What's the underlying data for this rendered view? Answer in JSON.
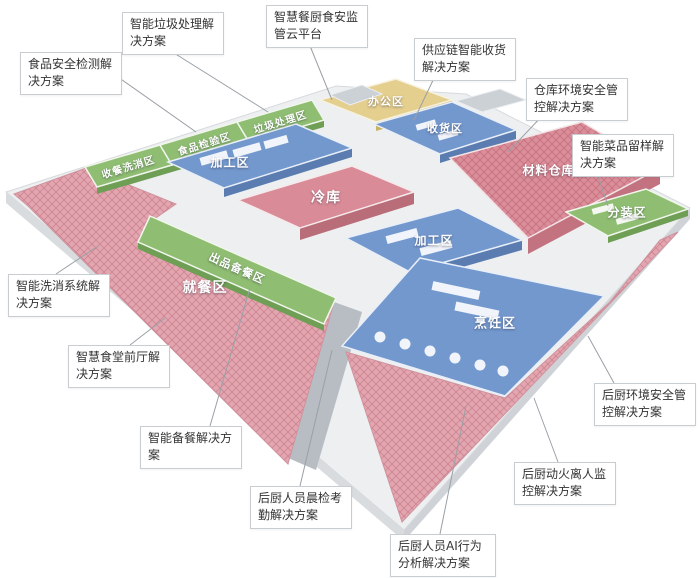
{
  "colors": {
    "pink_zone": "#e3a6b0",
    "red_block": "#d98b97",
    "blue_zone": "#7398ce",
    "green_zone": "#8fbe72",
    "yellow_zone": "#e5cf8e",
    "platform": "#edeff1",
    "callout_border": "#c8cdd2",
    "leader_line": "#9aa0a6"
  },
  "zones": [
    {
      "id": "shou-can-xi-xiao",
      "label": "收餐洗消区"
    },
    {
      "id": "shi-pin-jian-yan",
      "label": "食品检验区"
    },
    {
      "id": "la-ji-chu-li",
      "label": "垃圾处理区"
    },
    {
      "id": "ban-gong",
      "label": "办公区"
    },
    {
      "id": "shou-huo",
      "label": "收货区"
    },
    {
      "id": "jia-gong-1",
      "label": "加工区"
    },
    {
      "id": "leng-ku",
      "label": "冷库"
    },
    {
      "id": "cai-liao-cang-ku",
      "label": "材料仓库区"
    },
    {
      "id": "jia-gong-2",
      "label": "加工区"
    },
    {
      "id": "chu-pin-bei-can",
      "label": "出品备餐区"
    },
    {
      "id": "jiu-can",
      "label": "就餐区"
    },
    {
      "id": "fen-zhuang",
      "label": "分装区"
    },
    {
      "id": "peng-ren",
      "label": "烹饪区"
    }
  ],
  "callouts": [
    {
      "id": "smart-waste",
      "text": "智能垃圾处理解决方案"
    },
    {
      "id": "cloud-platform",
      "text": "智慧餐厨食安监管云平台"
    },
    {
      "id": "food-safety-testing",
      "text": "食品安全检测解决方案"
    },
    {
      "id": "supply-chain-receiving",
      "text": "供应链智能收货解决方案"
    },
    {
      "id": "warehouse-env-safety",
      "text": "仓库环境安全管控解决方案"
    },
    {
      "id": "dish-sample-retention",
      "text": "智能菜品留样解决方案"
    },
    {
      "id": "smart-washing",
      "text": "智能洗消系统解决方案"
    },
    {
      "id": "dining-front-hall",
      "text": "智慧食堂前厅解决方案"
    },
    {
      "id": "smart-meal-prep",
      "text": "智能备餐解决方案"
    },
    {
      "id": "staff-morning-check",
      "text": "后厨人员晨检考勤解决方案"
    },
    {
      "id": "staff-ai-behavior",
      "text": "后厨人员AI行为分析解决方案"
    },
    {
      "id": "fire-unattended-monitor",
      "text": "后厨动火离人监控解决方案"
    },
    {
      "id": "kitchen-env-safety",
      "text": "后厨环境安全管控解决方案"
    }
  ]
}
